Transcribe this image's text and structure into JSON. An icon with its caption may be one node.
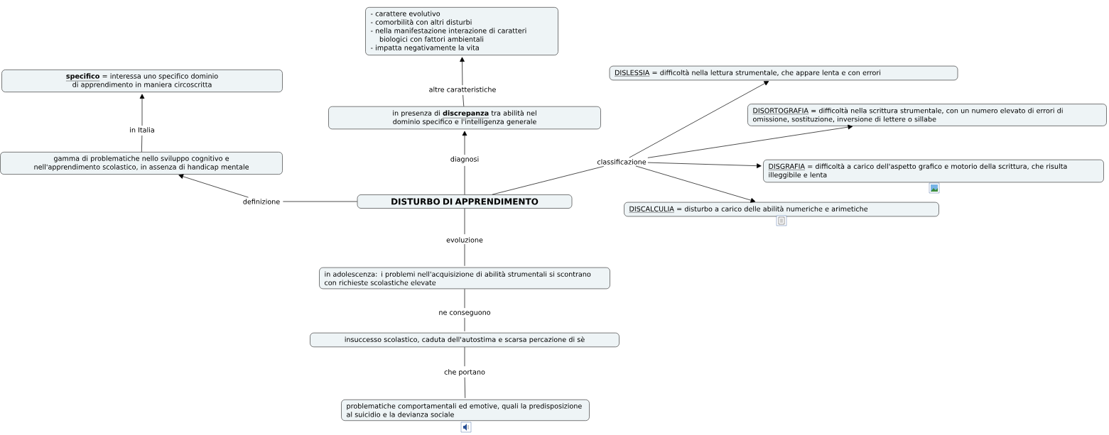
{
  "diagram": {
    "nodes": [
      {
        "text": [
          "DISTURBO DI APPRENDIMENTO"
        ]
      },
      {
        "text": [
          "definizione"
        ]
      },
      {
        "text": [
          "gamma di problematiche nello sviluppo cognitivo e nell'apprendimento scolastico, in assenza di handicap mentale"
        ]
      },
      {
        "text": [
          "in Italia"
        ]
      },
      {
        "text": [
          "specifico",
          "= interessa uno specifico dominio di apprendimento in maniera circoscritta"
        ]
      },
      {
        "text": [
          "diagnosi"
        ]
      },
      {
        "text": [
          "in presenza di",
          "discrepanza",
          "tra abilità nel dominio specifico e l'intelligenza generale"
        ]
      },
      {
        "text": [
          "altre caratteristiche"
        ]
      },
      {
        "text": [
          "- carattere evolutivo",
          "- comorbilità con altri disturbi",
          "- nella manifestazione interazione di caratteri biologici con fattori ambientali",
          "- impatta negativamente la vita"
        ]
      },
      {
        "text": [
          "classificazione"
        ]
      },
      {
        "text": [
          "DISLESSIA",
          "= difficoltà nella lettura strumentale, che appare lenta e con errori"
        ]
      },
      {
        "text": [
          "DISORTOGRAFIA",
          "= difficoltà nella scrittura strumentale, con un numero elevato di errori di omissione, sostituzione, inversione di lettere o sillabe"
        ]
      },
      {
        "text": [
          "DISGRAFIA",
          "= difficoltà a carico dell'aspetto grafico e motorio della scrittura, che risulta illeggibile e lenta"
        ]
      },
      {
        "text": [
          "DISCALCULIA",
          "= disturbo a carico delle abilità numeriche e arimetiche"
        ]
      },
      {
        "text": [
          "evoluzione"
        ]
      },
      {
        "text": [
          "in adolescenza: i problemi nell'acquisizione di abilità strumentali si scontrano con richieste scolastiche elevate"
        ]
      },
      {
        "text": [
          "ne conseguono"
        ]
      },
      {
        "text": [
          "insuccesso scolastico, caduta dell'autostima e scarsa percazione di sè"
        ]
      },
      {
        "text": [
          "che portano"
        ]
      },
      {
        "text": [
          "problematiche comportamentali ed emotive, quali la predisposizione al suicidio e la devianza sociale"
        ]
      }
    ],
    "edges": [
      {
        "from": 0,
        "to": 1,
        "arrow": "none"
      },
      {
        "from": 1,
        "to": 2,
        "arrow": "to"
      },
      {
        "from": 2,
        "to": 3,
        "arrow": "none"
      },
      {
        "from": 3,
        "to": 4,
        "arrow": "to"
      },
      {
        "from": 0,
        "to": 5,
        "arrow": "none"
      },
      {
        "from": 5,
        "to": 6,
        "arrow": "to"
      },
      {
        "from": 6,
        "to": 7,
        "arrow": "none"
      },
      {
        "from": 7,
        "to": 8,
        "arrow": "to"
      },
      {
        "from": 0,
        "to": 9,
        "arrow": "none"
      },
      {
        "from": 9,
        "to": 10,
        "arrow": "to"
      },
      {
        "from": 9,
        "to": 11,
        "arrow": "to"
      },
      {
        "from": 9,
        "to": 12,
        "arrow": "to"
      },
      {
        "from": 9,
        "to": 13,
        "arrow": "to"
      },
      {
        "from": 0,
        "to": 14,
        "arrow": "none"
      },
      {
        "from": 14,
        "to": 15,
        "arrow": "none"
      },
      {
        "from": 15,
        "to": 16,
        "arrow": "none"
      },
      {
        "from": 16,
        "to": 17,
        "arrow": "none"
      },
      {
        "from": 17,
        "to": 18,
        "arrow": "none"
      },
      {
        "from": 18,
        "to": 19,
        "arrow": "none"
      }
    ]
  }
}
